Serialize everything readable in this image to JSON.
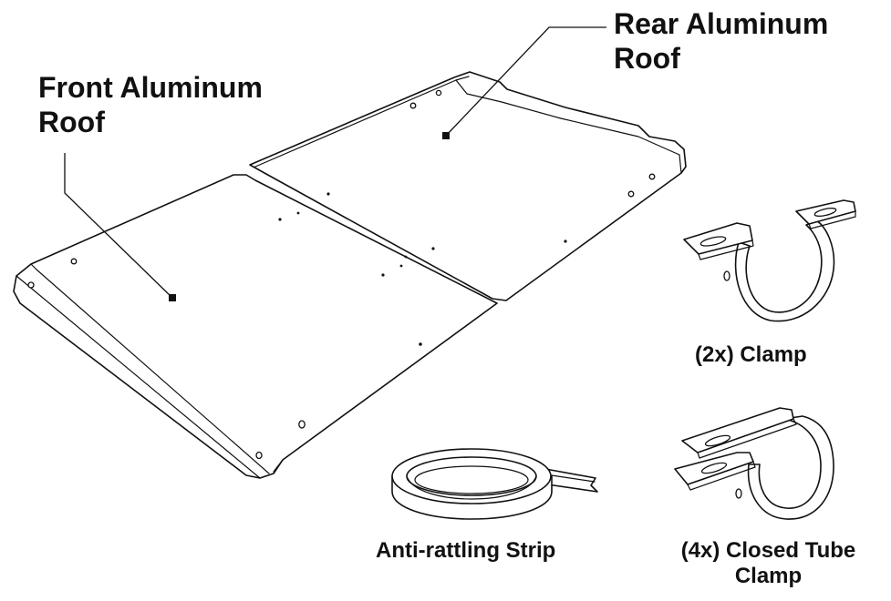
{
  "labels": {
    "rear_roof": [
      "Rear Aluminum",
      "Roof"
    ],
    "front_roof": [
      "Front Aluminum",
      "Roof"
    ],
    "clamp": "(2x) Clamp",
    "strip": "Anti-rattling Strip",
    "closed_clamp": [
      "(4x) Closed Tube",
      "Clamp"
    ]
  },
  "colors": {
    "line": "#111111",
    "background": "#ffffff"
  }
}
